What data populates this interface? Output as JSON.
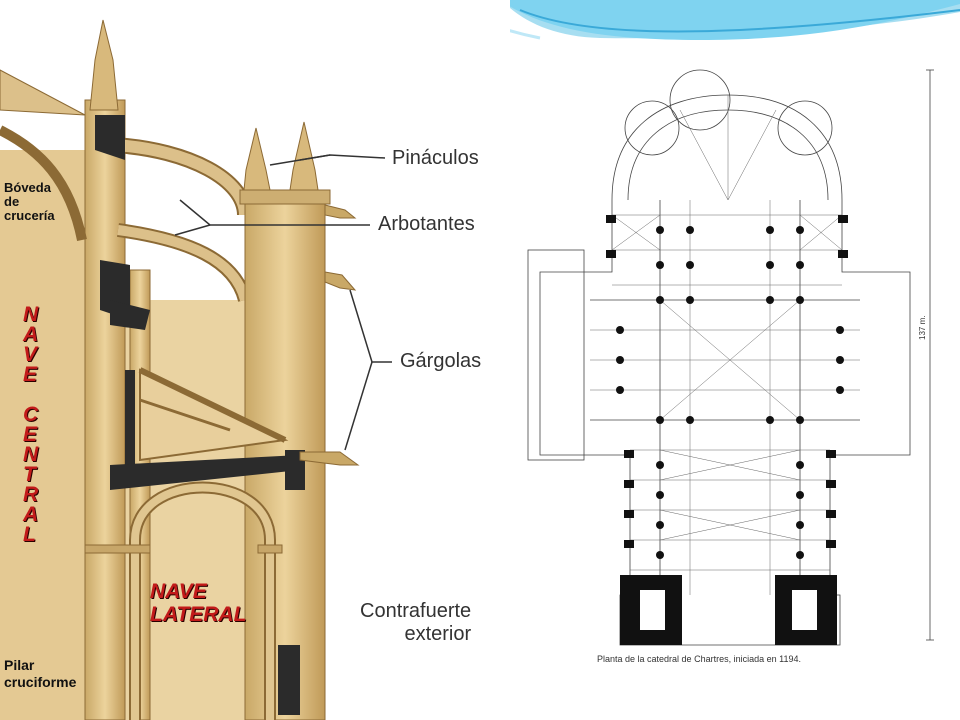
{
  "section": {
    "labels": {
      "boveda": "Bóveda\nde\ncrucería",
      "pinaculos": "Pináculos",
      "arbotantes": "Arbotantes",
      "gargolas": "Gárgolas",
      "nave_central": "N\nA\nV\nE\n\nC\nE\nN\nT\nR\nA\nL",
      "nave_lateral": "NAVE\nLATERAL",
      "contrafuerte": "Contrafuerte\nexterior",
      "pilar": "Pilar\ncruciforme"
    }
  },
  "plan": {
    "caption": "Planta de la catedral de Chartres, iniciada en 1194.",
    "scale": "137 m."
  },
  "colors": {
    "stone": "#dcc08a",
    "stone_shadow": "#b8955a",
    "iron": "#2b2b2b",
    "label_red": "#c21a1a",
    "header_blue": "#5fc3e6"
  }
}
